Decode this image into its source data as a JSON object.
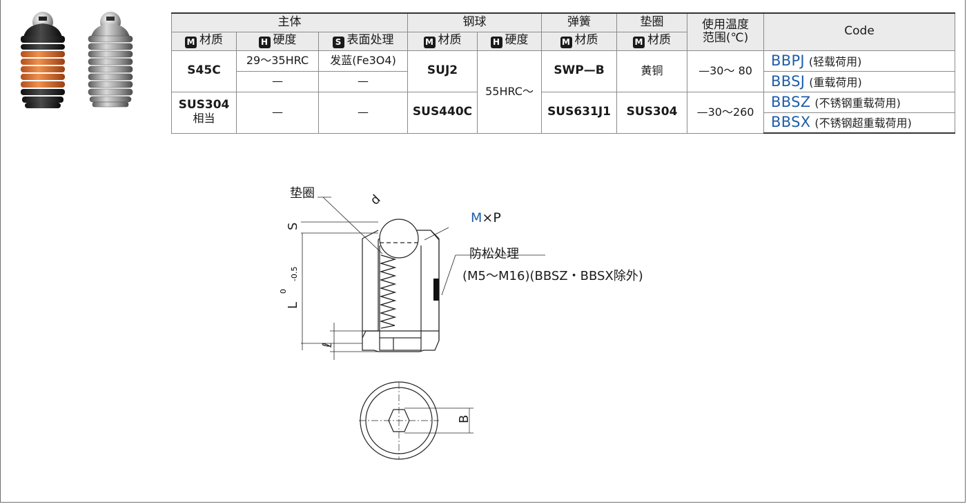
{
  "table": {
    "group_headers": {
      "body": "主体",
      "ball": "钢球",
      "spring": "弹簧",
      "washer": "垫圈",
      "temp": "使用温度\n范围(℃)",
      "code": "Code"
    },
    "sub_headers": [
      {
        "mark": "M",
        "label": "材质"
      },
      {
        "mark": "H",
        "label": "硬度"
      },
      {
        "mark": "S",
        "label": "表面处理"
      },
      {
        "mark": "M",
        "label": "材质"
      },
      {
        "mark": "H",
        "label": "硬度"
      },
      {
        "mark": "M",
        "label": "材质"
      },
      {
        "mark": "M",
        "label": "材质"
      }
    ],
    "temp_line1": "使用温度",
    "temp_line2": "范围(℃)",
    "rows": {
      "r1_material": "S45C",
      "r1_hardness_a": "29～35HRC",
      "r1_surface_a": "发蓝(Fe3O4)",
      "r1_hardness_b": "—",
      "r1_surface_b": "—",
      "r1_ball_material": "SUJ2",
      "ball_hardness": "55HRC～",
      "r1_spring": "SWP—B",
      "r1_washer": "黄铜",
      "r1_temp": "—30～ 80",
      "r2_material_line1": "SUS304",
      "r2_material_line2": "相当",
      "r2_hardness": "—",
      "r2_surface": "—",
      "r2_ball_material": "SUS440C",
      "r2_spring": "SUS631J1",
      "r2_washer": "SUS304",
      "r2_temp": "—30～260"
    },
    "codes": [
      {
        "code": "BBPJ",
        "note": "(轻载荷用)"
      },
      {
        "code": "BBSJ",
        "note": "(重载荷用)"
      },
      {
        "code": "BBSZ",
        "note": "(不锈钢重载荷用)"
      },
      {
        "code": "BBSX",
        "note": "(不锈钢超重载荷用)"
      }
    ]
  },
  "drawing": {
    "washer_label": "垫圈",
    "thread_label_m": "M",
    "thread_label_rest": "×P",
    "lock_label": "防松处理",
    "lock_note": "(M5～M16)(BBSZ・BBSX除外)",
    "dim_d": "d",
    "dim_s": "S",
    "dim_l": "L",
    "dim_l_upper": "0",
    "dim_l_lower": "-0.5",
    "dim_l_small": "ℓ",
    "dim_b": "B"
  },
  "colors": {
    "code_link": "#1f5ea8",
    "header_bg": "#ebebeb",
    "thread_highlight": "#1f5ea8",
    "orange_coating": "#e87a3a"
  },
  "images": {
    "photo_left": "black ball plunger with orange thread lock",
    "photo_right": "stainless ball plunger"
  }
}
